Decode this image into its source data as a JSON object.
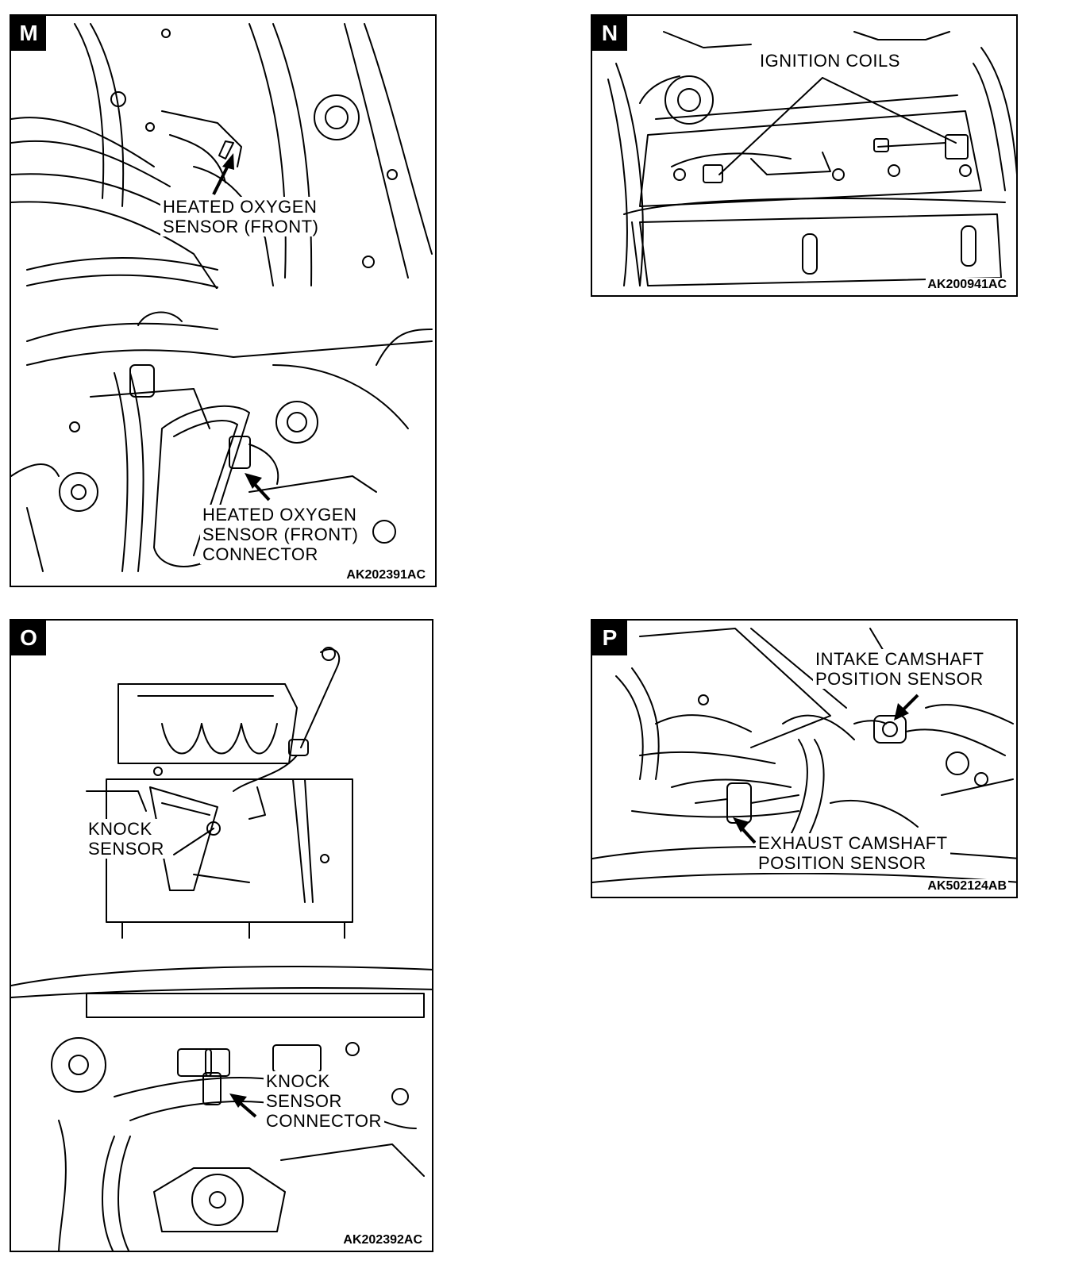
{
  "panels": {
    "m": {
      "letter": "M",
      "callout_top": [
        "HEATED OXYGEN",
        "SENSOR (FRONT)"
      ],
      "callout_bottom": [
        "HEATED OXYGEN",
        "SENSOR (FRONT)",
        "CONNECTOR"
      ],
      "code": "AK202391AC"
    },
    "n": {
      "letter": "N",
      "callout": "IGNITION COILS",
      "code": "AK200941AC"
    },
    "o": {
      "letter": "O",
      "callout_top": [
        "KNOCK",
        "SENSOR"
      ],
      "callout_bottom": [
        "KNOCK",
        "SENSOR",
        "CONNECTOR"
      ],
      "code": "AK202392AC"
    },
    "p": {
      "letter": "P",
      "callout_top": [
        "INTAKE CAMSHAFT",
        "POSITION SENSOR"
      ],
      "callout_bottom": [
        "EXHAUST CAMSHAFT",
        "POSITION SENSOR"
      ],
      "code": "AK502124AB"
    }
  }
}
